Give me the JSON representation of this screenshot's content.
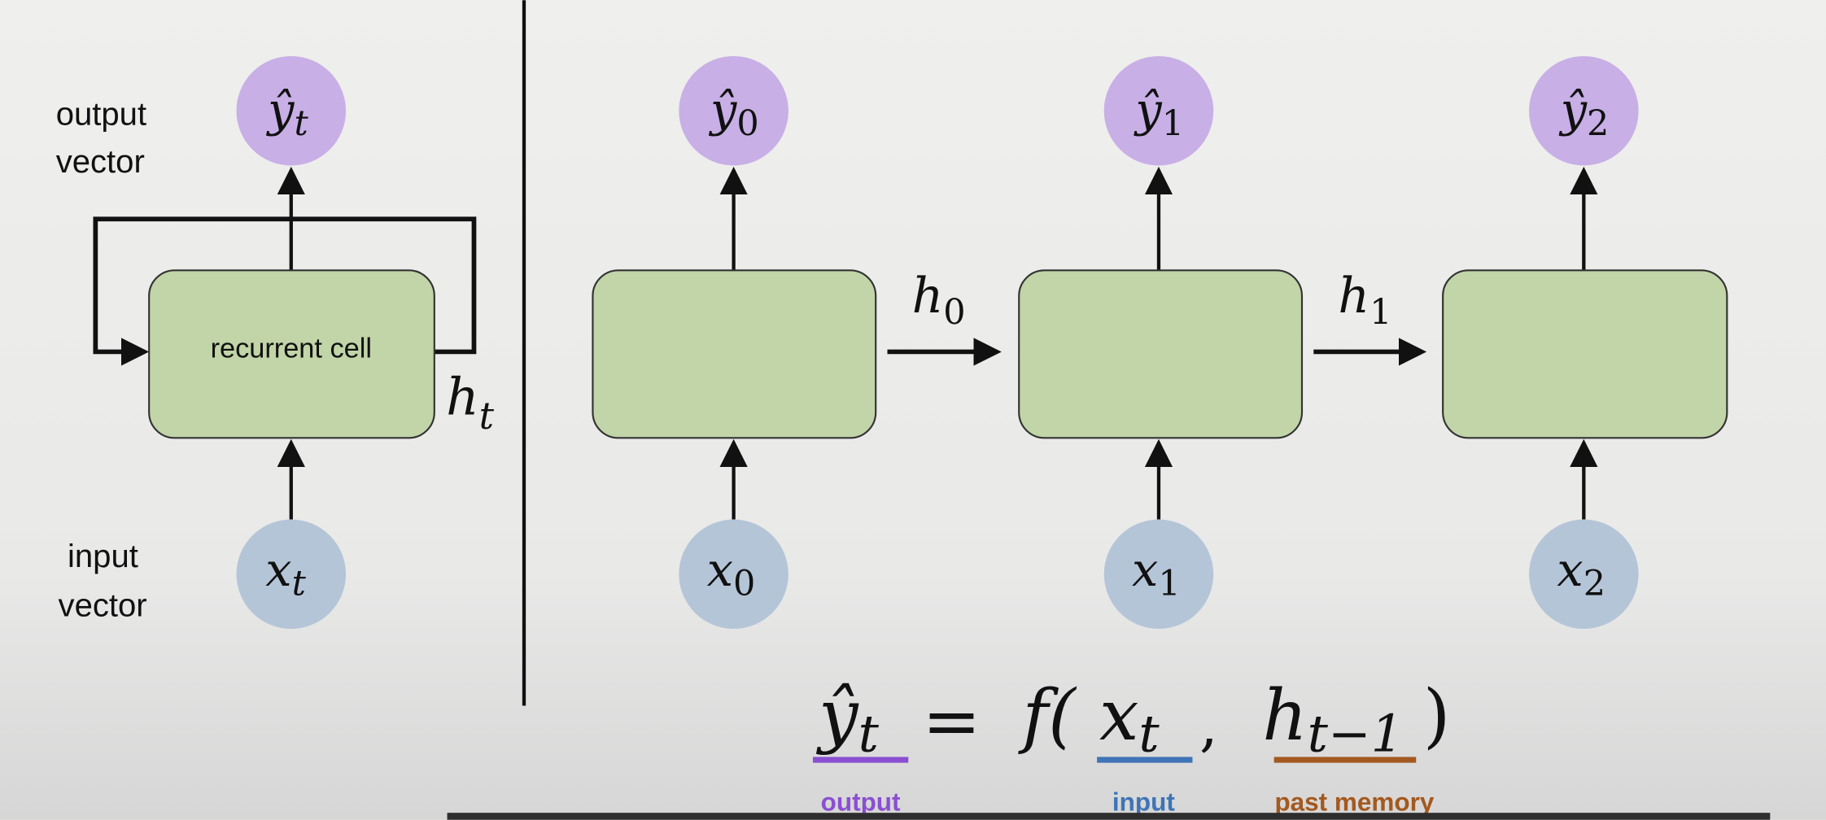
{
  "left_panel": {
    "output_label": [
      "output",
      "vector"
    ],
    "input_label": [
      "input",
      "vector"
    ],
    "cell_label": "recurrent cell",
    "output_node": {
      "var": "ŷ",
      "sub": "t"
    },
    "input_node": {
      "var": "x",
      "sub": "t"
    },
    "hidden_state": {
      "var": "h",
      "sub": "t"
    }
  },
  "unrolled": {
    "steps": [
      {
        "output": {
          "var": "ŷ",
          "sub": "0"
        },
        "input": {
          "var": "x",
          "sub": "0"
        }
      },
      {
        "output": {
          "var": "ŷ",
          "sub": "1"
        },
        "input": {
          "var": "x",
          "sub": "1"
        }
      },
      {
        "output": {
          "var": "ŷ",
          "sub": "2"
        },
        "input": {
          "var": "x",
          "sub": "2"
        }
      }
    ],
    "hidden": [
      {
        "var": "h",
        "sub": "0"
      },
      {
        "var": "h",
        "sub": "1"
      }
    ]
  },
  "equation": {
    "lhs": {
      "var": "ŷ",
      "sub": "t"
    },
    "equals": "=",
    "func": "f(",
    "arg1": {
      "var": "x",
      "sub": "t"
    },
    "comma": ",",
    "arg2": {
      "var": "h",
      "sub": "t−1"
    },
    "close": ")",
    "annotations": {
      "output": "output",
      "input": "input",
      "past_memory": "past memory"
    }
  },
  "colors": {
    "output_node": "#c8afe6",
    "input_node": "#b5c5d8",
    "cell": "#c1d5a8",
    "output_annotation": "#8b4fd1",
    "input_annotation": "#3f74b6",
    "memory_annotation": "#a3591f"
  }
}
